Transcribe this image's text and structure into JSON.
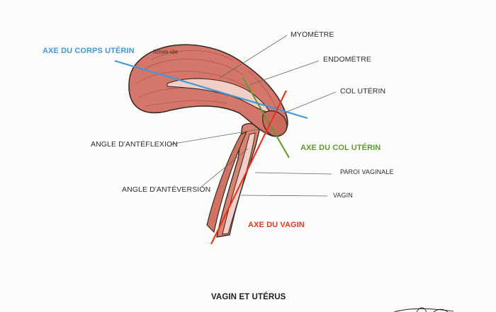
{
  "labels": {
    "myometre": "MYOMÈTRE",
    "endometre": "ENDOMÈTRE",
    "col_uterin": "COL UTÉRIN",
    "angle_anteflexion": "ANGLE D'ANTÉFLEXION",
    "angle_anteversion": "ANGLE D'ANTÉVERSION",
    "paroi_vaginale": "PAROI VAGINALE",
    "vagin": "VAGIN"
  },
  "axes": {
    "corps_uterin": {
      "label": "AXE DU CORPS UTÉRIN",
      "color": "#3f9ad6"
    },
    "col_uterin": {
      "label": "AXE DU COL UTÉRIN",
      "color": "#5f9a2e"
    },
    "vagin": {
      "label": "AXE DU VAGIN",
      "color": "#e8351f"
    }
  },
  "watermark": "fiches-ide",
  "caption": "VAGIN ET UTÉRUS",
  "colors": {
    "muscle": "#d4776a",
    "outline": "#3a2a26",
    "lining": "#f2cfc6",
    "leader": "#666666"
  }
}
